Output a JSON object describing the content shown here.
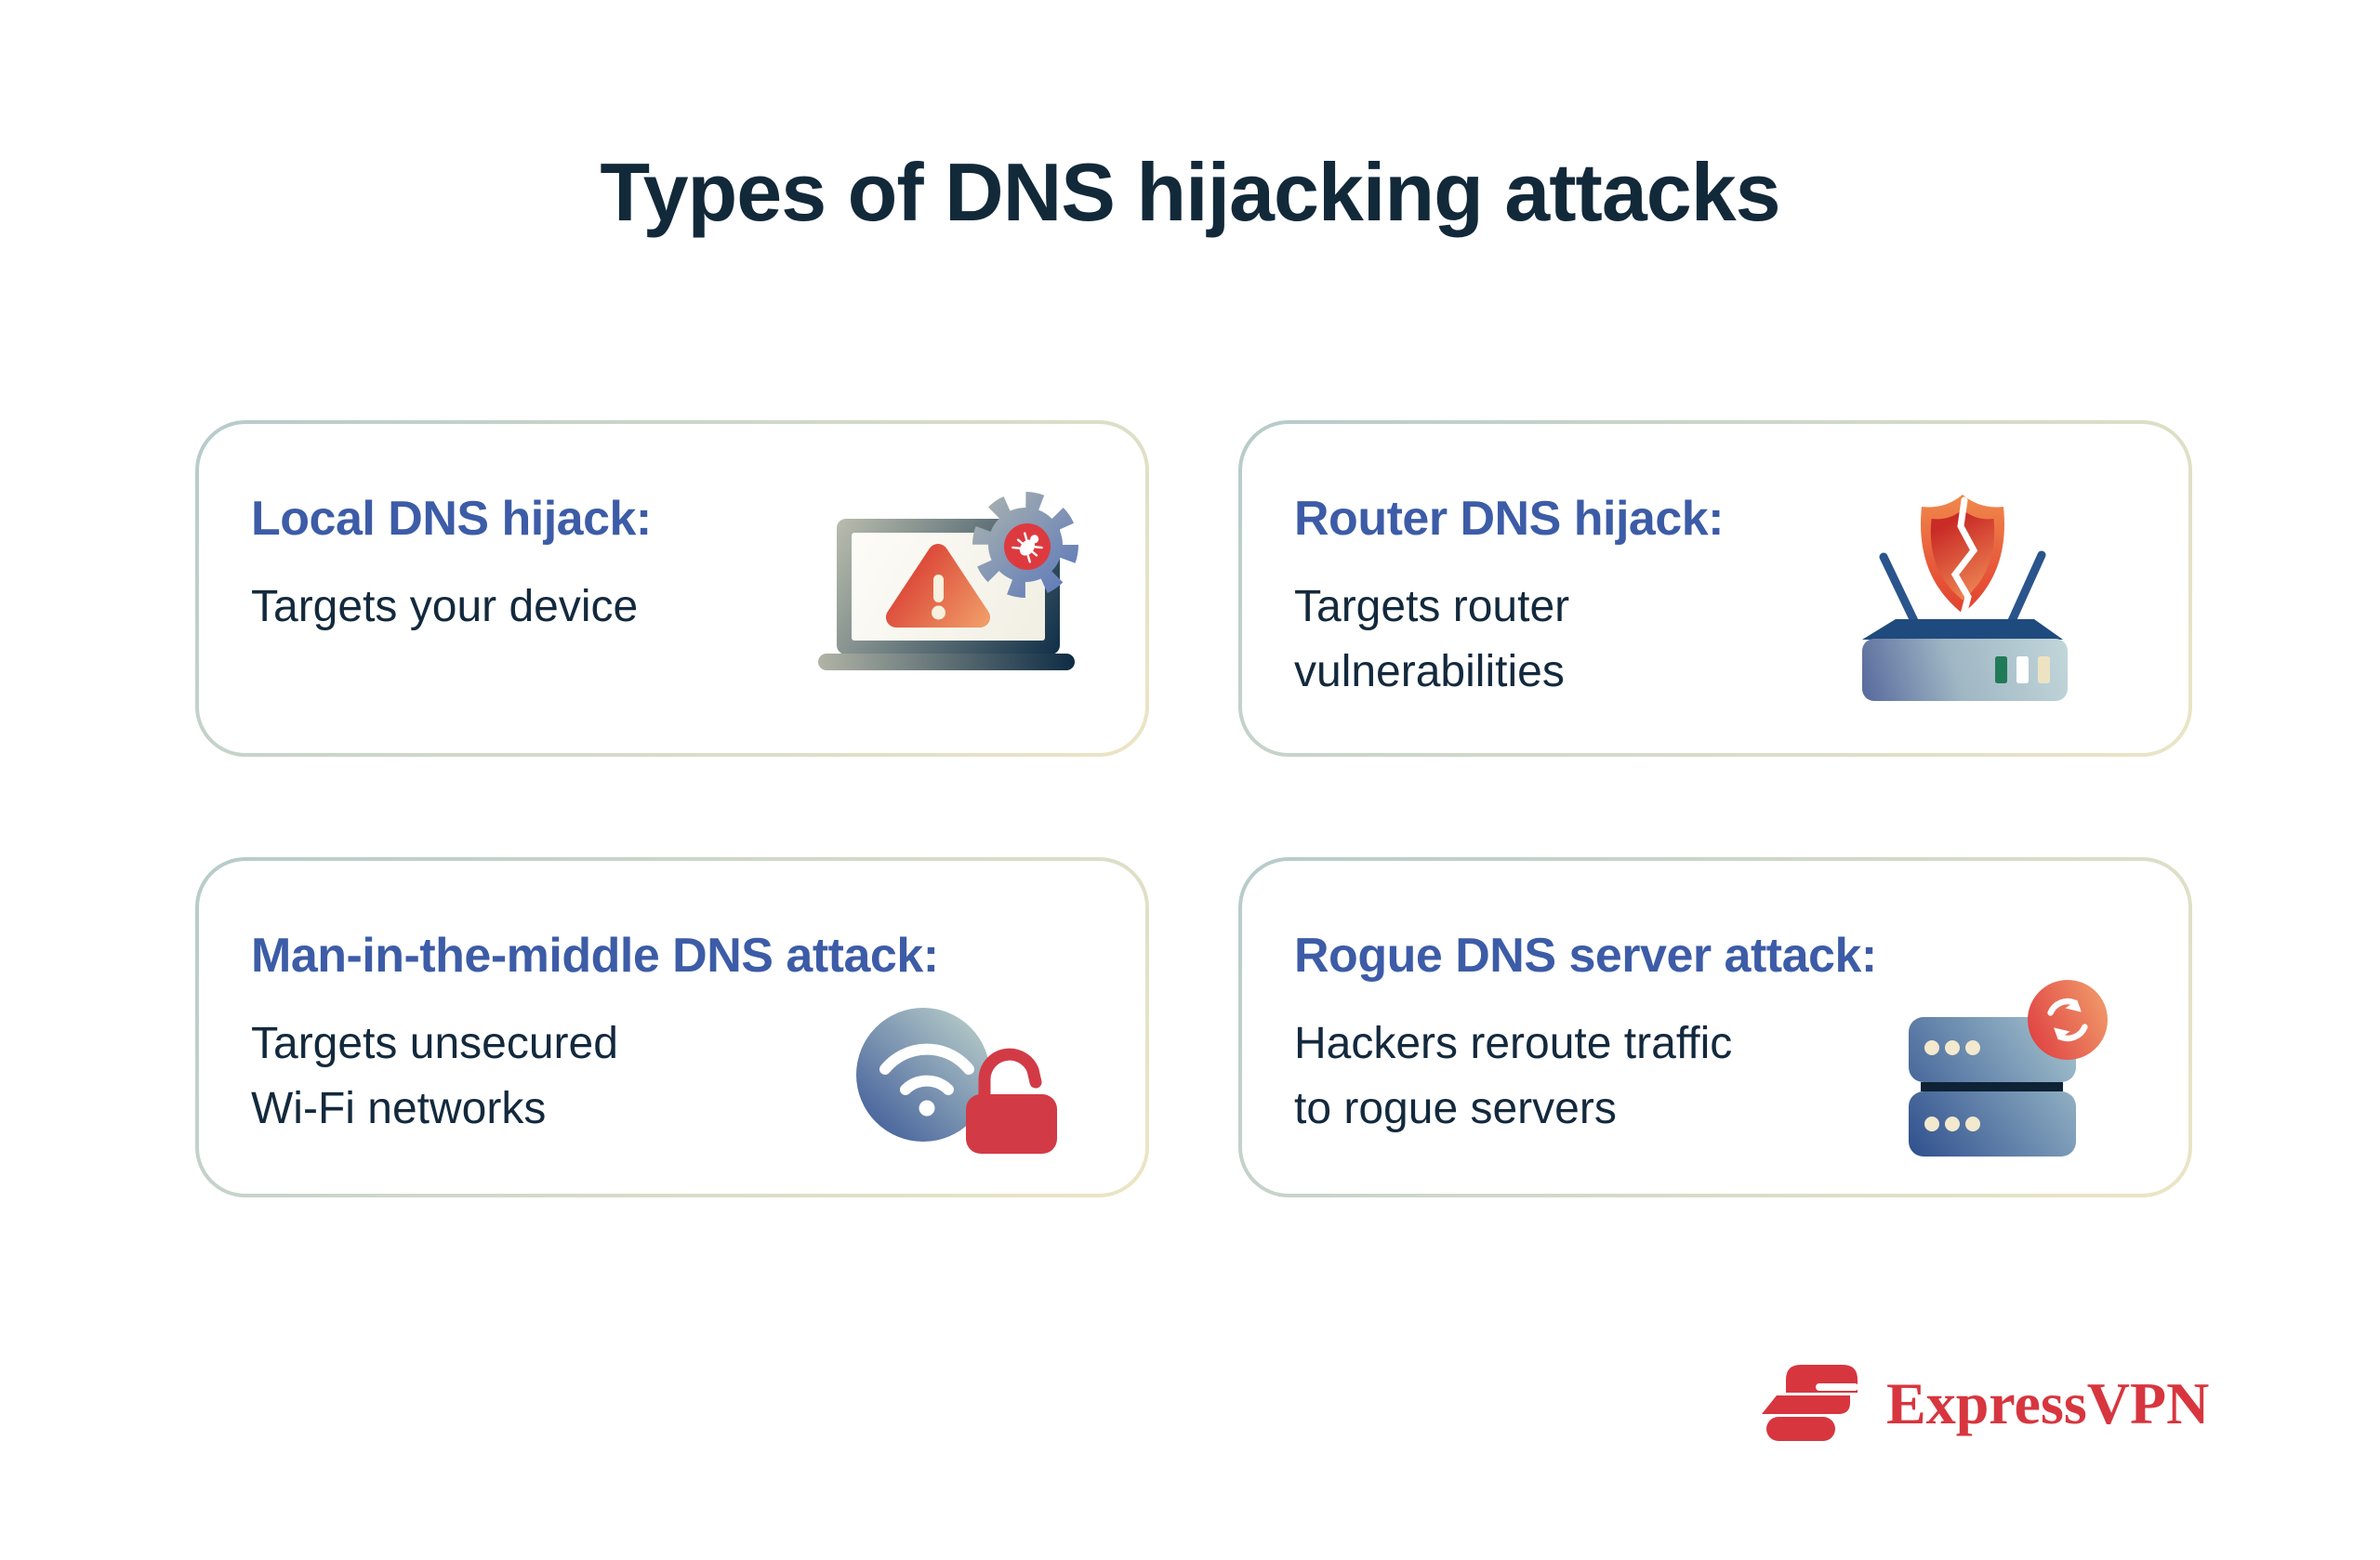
{
  "title": "Types of DNS hijacking attacks",
  "cards": [
    {
      "heading": "Local DNS hijack:",
      "body": "Targets your device",
      "icon": "laptop-malware-icon"
    },
    {
      "heading": "Router DNS hijack:",
      "body": "Targets router\nvulnerabilities",
      "icon": "router-cracked-shield-icon"
    },
    {
      "heading": "Man-in-the-middle DNS attack:",
      "body": "Targets unsecured\nWi-Fi networks",
      "icon": "wifi-unlocked-icon"
    },
    {
      "heading": "Rogue DNS server attack:",
      "body": "Hackers reroute traffic\nto rogue servers",
      "icon": "server-reroute-icon"
    }
  ],
  "footer": {
    "brand_name": "ExpressVPN"
  },
  "colors": {
    "title_navy": "#12293A",
    "heading_blue": "#3D5CA7",
    "body_navy": "#13293D",
    "brand_red": "#D7363F",
    "card_border_start": "#B6CBCA",
    "card_border_end": "#ECE5C5",
    "alert_red": "#D83A31",
    "alert_orange": "#F09A66"
  }
}
